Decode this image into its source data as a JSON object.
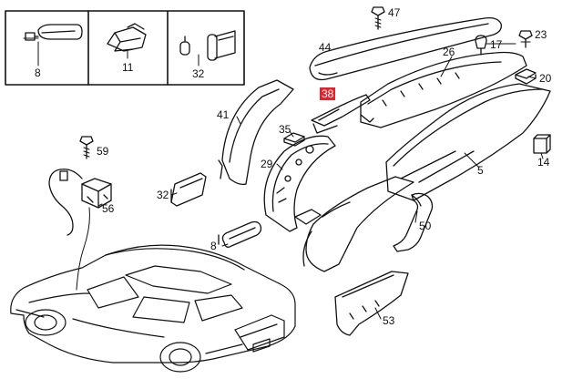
{
  "inset_labels": [
    "8",
    "11",
    "32"
  ],
  "callouts": {
    "c47": "47",
    "c44": "44",
    "c17": "17",
    "c23": "23",
    "c26": "26",
    "c20": "20",
    "c38": "38",
    "c41": "41",
    "c35": "35",
    "c59": "59",
    "c29": "29",
    "c5": "5",
    "c14": "14",
    "c56": "56",
    "c32": "32",
    "c50": "50",
    "c8": "8",
    "c53": "53"
  },
  "highlight_color": "#e8202a"
}
